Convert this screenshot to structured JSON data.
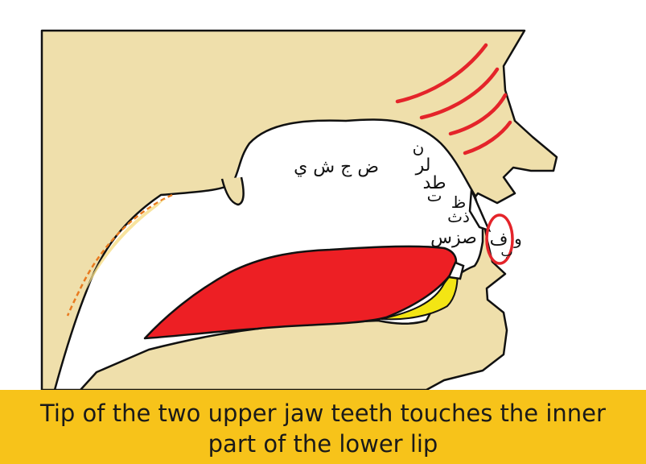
{
  "diagram": {
    "labels": {
      "palate_letters": "ض ج ش ي",
      "alveolar_top": "ن",
      "alveolar_mid": "لر",
      "ta_da": "طد",
      "ta": "ت",
      "tha_letters": "ظ",
      "dha_tha": "ذث",
      "sibilants": "صزس",
      "lip_fa": "ف",
      "lip_waw": "و",
      "lip_ba": "ب"
    },
    "colors": {
      "skin": "#efdfab",
      "tongue": "#ed1f24",
      "highlight_circle": "#e4242a",
      "yellow": "#f3e514",
      "dashed_line": "#e87a1f"
    }
  },
  "caption": {
    "line1": "Tip of the two upper jaw teeth touches the inner",
    "line2": "part of the lower lip"
  }
}
